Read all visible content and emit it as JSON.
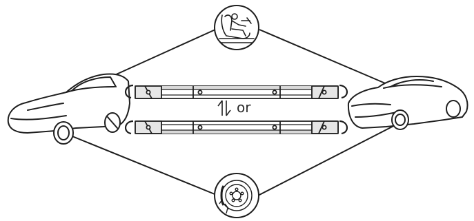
{
  "diagram": {
    "connector_text": "or",
    "nodes": [
      {
        "id": "left-car",
        "icon": "car-front-left-icon"
      },
      {
        "id": "right-car",
        "icon": "car-front-right-icon"
      },
      {
        "id": "top-seat",
        "icon": "driver-seat-icon"
      },
      {
        "id": "bottom-wheel",
        "icon": "wheel-brake-icon"
      },
      {
        "id": "center-tool",
        "icon": "tow-bar-icon"
      }
    ],
    "colors": {
      "stroke": "#1e1e1e",
      "fill": "#ffffff",
      "shade": "#d9d9d9"
    }
  }
}
